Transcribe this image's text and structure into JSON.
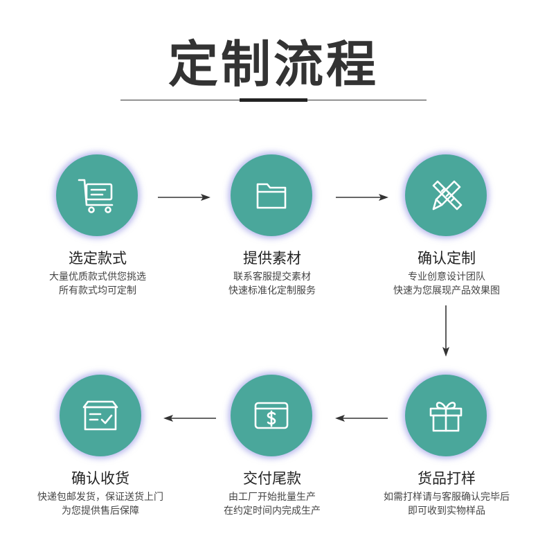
{
  "title": "定制流程",
  "steps": [
    {
      "title": "选定款式",
      "line1": "大量优质款式供您挑选",
      "line2": "所有款式均可定制",
      "icon": "shopping-cart-icon"
    },
    {
      "title": "提供素材",
      "line1": "联系客服提交素材",
      "line2": "快速标准化定制服务",
      "icon": "folder-icon"
    },
    {
      "title": "确认定制",
      "line1": "专业创意设计团队",
      "line2": "快速为您展现产品效果图",
      "icon": "pencil-ruler-icon"
    },
    {
      "title": "货品打样",
      "line1": "如需打样请与客服确认完毕后",
      "line2": "即可收到实物样品",
      "icon": "gift-icon"
    },
    {
      "title": "交付尾款",
      "line1": "由工厂开始批量生产",
      "line2": "在约定时间内完成生产",
      "icon": "payment-card-icon"
    },
    {
      "title": "确认收货",
      "line1": "快递包邮发货，保证送货上门",
      "line2": "为您提供售后保障",
      "icon": "delivery-box-icon"
    }
  ],
  "colors": {
    "accent": "#4aa79b",
    "glow": "#7878dc",
    "text": "#333333"
  }
}
